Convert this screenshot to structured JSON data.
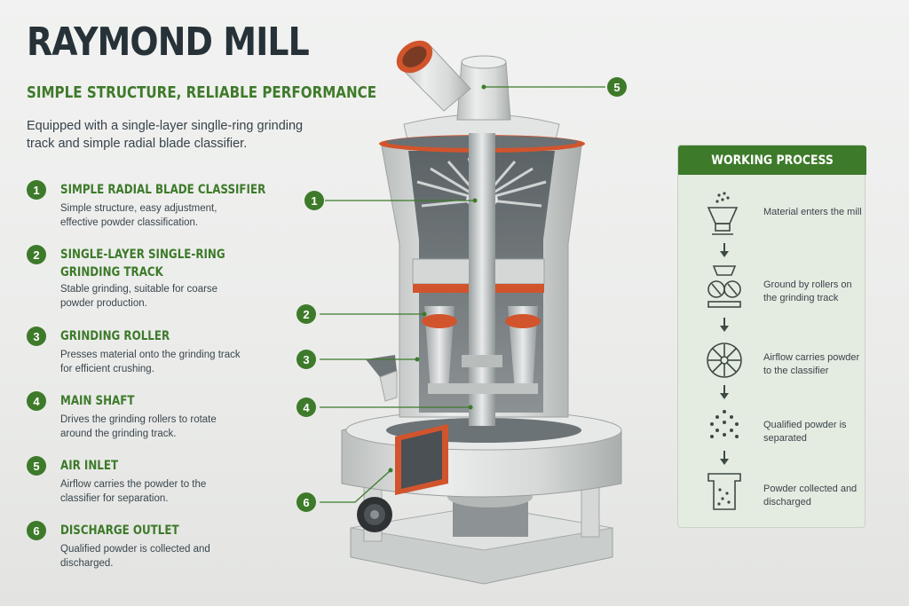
{
  "title": "RAYMOND MILL",
  "subtitle": "SIMPLE STRUCTURE, RELIABLE PERFORMANCE",
  "intro": "Equipped with a single-layer singlle-ring grinding track and simple radial blade classifier.",
  "features": [
    {
      "num": "1",
      "title": "SIMPLE RADIAL BLADE CLASSIFIER",
      "desc": "Simple structure, easy adjustment, effective powder classification."
    },
    {
      "num": "2",
      "title": "SINGLE-LAYER SINGLE-RING GRINDING TRACK",
      "desc": "Stable grinding, suitable for coarse powder production."
    },
    {
      "num": "3",
      "title": "GRINDING ROLLER",
      "desc": "Presses material onto the grinding track for efficient crushing."
    },
    {
      "num": "4",
      "title": "MAIN SHAFT",
      "desc": "Drives the grinding rollers to rotate around the grinding track."
    },
    {
      "num": "5",
      "title": "AIR INLET",
      "desc": "Airflow carries the powder to the classifier for separation."
    },
    {
      "num": "6",
      "title": "DISCHARGE OUTLET",
      "desc": "Qualified powder is collected and discharged."
    }
  ],
  "callouts": [
    "1",
    "2",
    "3",
    "4",
    "5",
    "6"
  ],
  "process": {
    "title": "WORKING PROCESS",
    "steps": [
      {
        "text": "Material enters the mill",
        "icon": "hopper-icon"
      },
      {
        "text": "Ground by rollers on the grinding track",
        "icon": "rollers-icon"
      },
      {
        "text": "Airflow carries powder to the classifier",
        "icon": "classifier-wheel-icon"
      },
      {
        "text": "Qualified powder is separated",
        "icon": "powder-dots-icon"
      },
      {
        "text": "Powder collected and discharged",
        "icon": "collector-icon"
      }
    ]
  },
  "colors": {
    "accent": "#3d7a2a",
    "title": "#263238",
    "highlight": "#d2542c",
    "panel": "#e4ebe1"
  }
}
